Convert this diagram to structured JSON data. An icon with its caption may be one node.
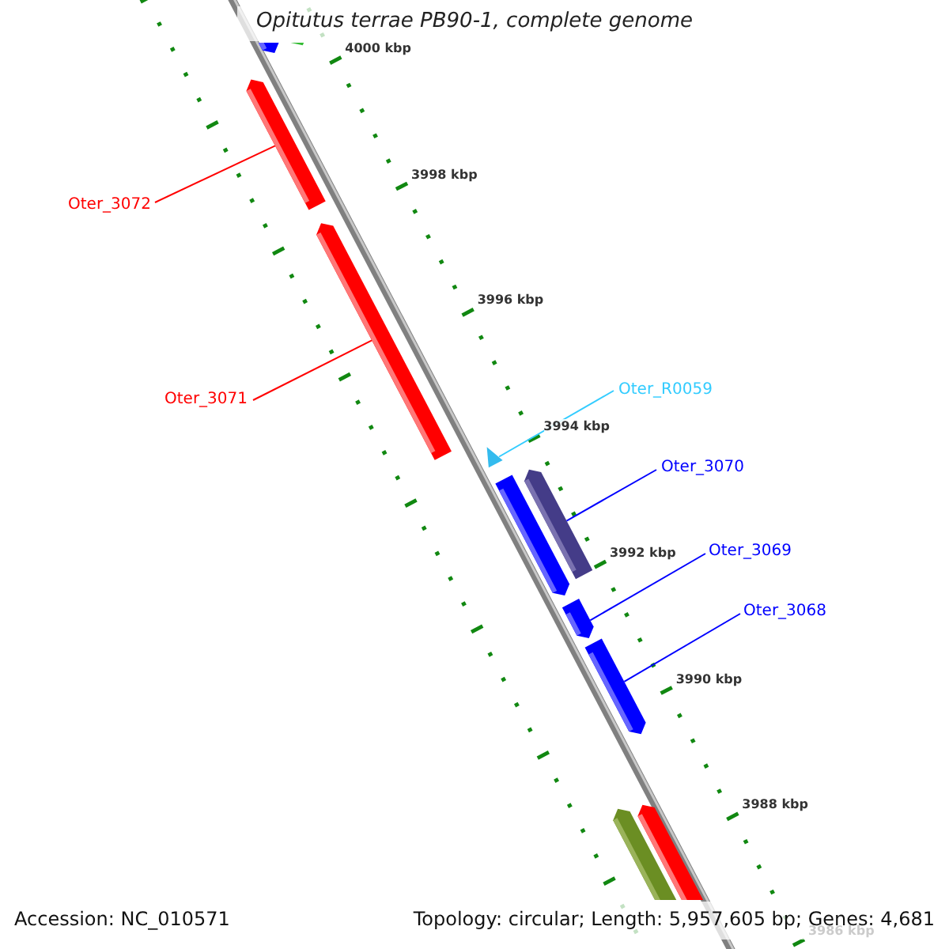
{
  "diagram": {
    "title": "Opitutus terrae PB90-1, complete genome",
    "nodes": [
      {
        "text": [
          "Oter_3072"
        ]
      },
      {
        "text": [],
        "shape": "bar"
      },
      {
        "text": [
          "Oter_3071"
        ]
      },
      {
        "text": [],
        "shape": "bar"
      },
      {
        "text": [
          "Oter_R0059"
        ]
      },
      {
        "text": [],
        "shape": "triangle"
      },
      {
        "text": [
          "Oter_3070"
        ]
      },
      {
        "text": [],
        "shape": "bar"
      },
      {
        "text": [
          "Oter_3069"
        ]
      },
      {
        "text": [],
        "shape": "bar"
      },
      {
        "text": [
          "Oter_3068"
        ]
      },
      {
        "text": [],
        "shape": "bar"
      },
      {
        "text": [],
        "shape": "bar"
      },
      {
        "text": [],
        "shape": "bar"
      },
      {
        "text": [],
        "shape": "bar"
      },
      {
        "text": [],
        "shape": "bar"
      },
      {
        "text": [],
        "shape": "bar"
      }
    ],
    "edges": [
      {
        "from": 0,
        "to": 1,
        "arrow": "none",
        "color": "#ff0000"
      },
      {
        "from": 2,
        "to": 3,
        "arrow": "none",
        "color": "#ff0000"
      },
      {
        "from": 4,
        "to": 5,
        "arrow": "none",
        "color": "#33ccff"
      },
      {
        "from": 6,
        "to": 7,
        "arrow": "none"
      },
      {
        "from": 8,
        "to": 9,
        "arrow": "none"
      },
      {
        "from": 10,
        "to": 11,
        "arrow": "none"
      }
    ],
    "labels": [
      "4000 kbp",
      "3998 kbp",
      "3996 kbp",
      "3994 kbp",
      "3992 kbp",
      "3990 kbp",
      "3988 kbp",
      "3986 kbp",
      "Accession: NC_010571",
      "Topology: circular; Length: 5,957,605 bp; Genes: 4,681"
    ]
  }
}
